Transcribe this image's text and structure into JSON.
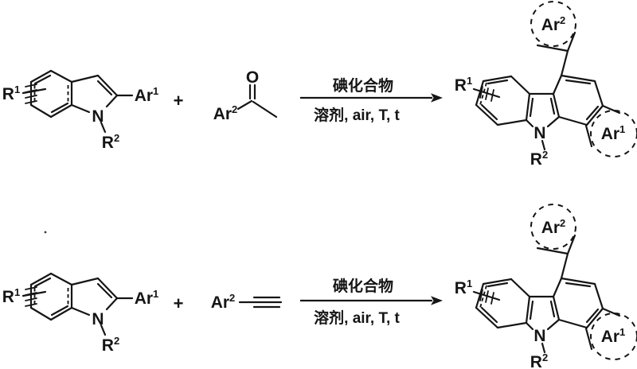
{
  "colors": {
    "ink": "#151515",
    "background": "#ffffff"
  },
  "molecules": {
    "indole": {
      "r1": {
        "base": "R",
        "sup": "1"
      },
      "ar1": {
        "base": "Ar",
        "sup": "1"
      },
      "n": "N",
      "r2": {
        "base": "R",
        "sup": "2"
      }
    },
    "ketone": {
      "o": "O",
      "ar2": {
        "base": "Ar",
        "sup": "2"
      }
    },
    "alkyne": {
      "ar2": {
        "base": "Ar",
        "sup": "2"
      }
    },
    "carbazole": {
      "r1": {
        "base": "R",
        "sup": "1"
      },
      "ar2": {
        "base": "Ar",
        "sup": "2"
      },
      "ar1": {
        "base": "Ar",
        "sup": "1"
      },
      "n": "N",
      "r2": {
        "base": "R",
        "sup": "2"
      }
    }
  },
  "reactions": [
    {
      "plus": "+",
      "reagent_line": "碘化合物",
      "conditions_line": "溶剂, air, T, t"
    },
    {
      "plus": "+",
      "reagent_line": "碘化合物",
      "conditions_line": "溶剂, air, T, t"
    }
  ]
}
